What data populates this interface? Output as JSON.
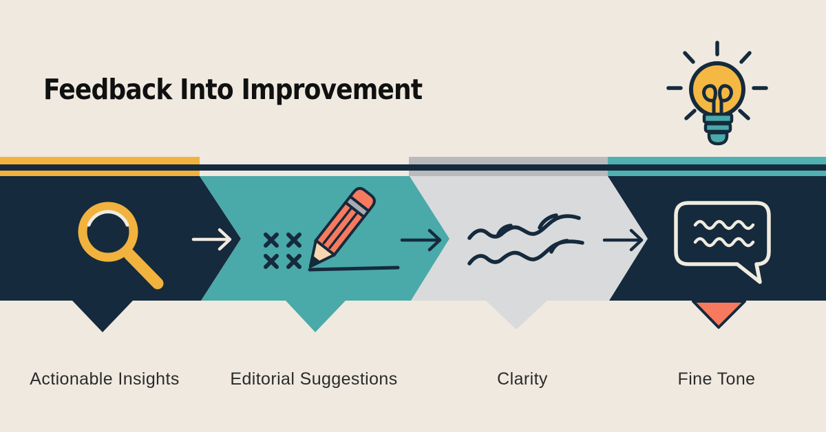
{
  "title": "Feedback Into Improvement",
  "header": {
    "decorative_icon": "lightbulb-icon"
  },
  "steps": [
    {
      "label": "Actionable Insights",
      "icon": "magnifier-icon",
      "segment_color": "#152a3c",
      "pointer_color": "#152a3c"
    },
    {
      "label": "Editorial Suggestions",
      "icon": "pencil-icon",
      "segment_color": "#4aa9a9",
      "pointer_color": "#4aa9a9"
    },
    {
      "label": "Clarity",
      "icon": "wavy-lines-icon",
      "segment_color": "#d9dadb",
      "pointer_color": "#d9dadb"
    },
    {
      "label": "Fine Tone",
      "icon": "speech-bubble-icon",
      "segment_color": "#152a3c",
      "pointer_color": "#f87a5e"
    }
  ],
  "colors": {
    "background": "#efe9e0",
    "navy": "#152a3c",
    "teal": "#4aa9a9",
    "stripe_teal": "#4fb1b1",
    "light_gray": "#d9dadb",
    "stripe_gray": "#b9babc",
    "yellow": "#f1b23e",
    "coral": "#f87a5e",
    "cream_stroke": "#f0ebe0",
    "bulb_yellow": "#f5b843",
    "pencil_wood": "#f8d7b0",
    "pencil_metal": "#a9abb2",
    "title_text": "#101010",
    "label_text": "#2b2b2b"
  }
}
